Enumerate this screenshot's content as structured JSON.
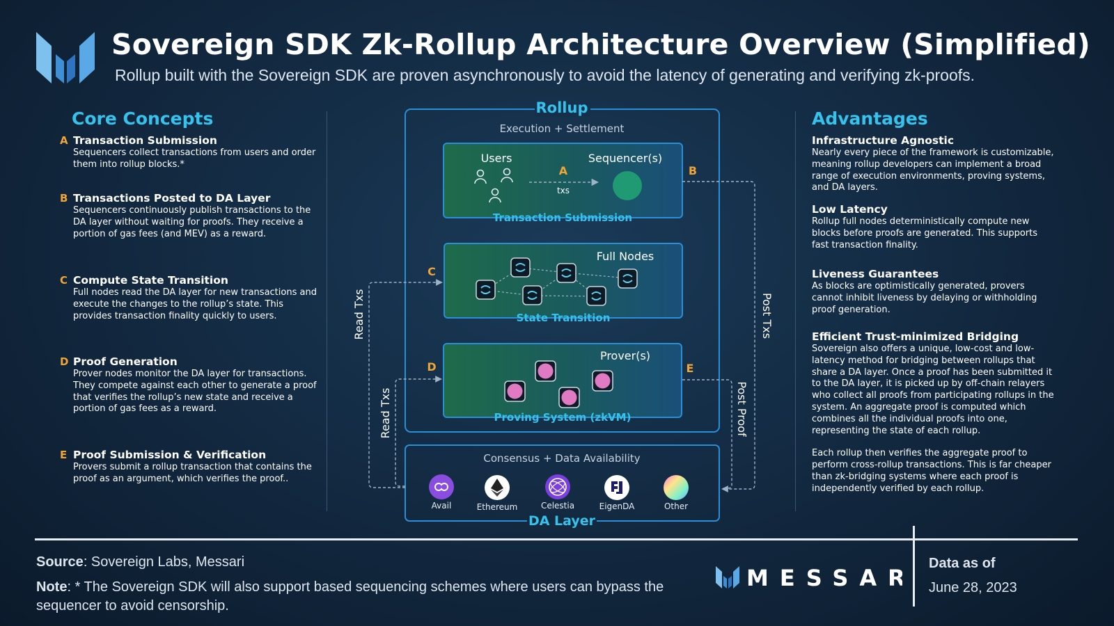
{
  "header": {
    "title": "Sovereign SDK Zk-Rollup Architecture Overview (Simplified)",
    "subtitle": "Rollup built with the Sovereign SDK are proven asynchronously to avoid the latency of generating and verifying zk-proofs."
  },
  "core_concepts": {
    "heading": "Core Concepts",
    "items": [
      {
        "letter": "A",
        "title": "Transaction Submission",
        "text": "Sequencers collect transactions from users and order them into rollup blocks.*"
      },
      {
        "letter": "B",
        "title": "Transactions Posted to DA Layer",
        "text": "Sequencers continuously publish transactions to the DA layer without waiting for proofs. They receive a portion of gas fees (and MEV) as a reward."
      },
      {
        "letter": "C",
        "title": "Compute State Transition",
        "text": "Full nodes read the DA layer for new transactions and execute the changes to the rollup’s state. This provides transaction finality quickly to users."
      },
      {
        "letter": "D",
        "title": "Proof Generation",
        "text": "Prover nodes monitor the DA layer for transactions. They compete against each other to generate a proof that verifies the rollup’s new state and receive a portion of gas fees as a reward."
      },
      {
        "letter": "E",
        "title": "Proof Submission & Verification",
        "text": "Provers submit a rollup transaction that contains the proof as an argument, which verifies the proof.."
      }
    ]
  },
  "diagram": {
    "rollup_label": "Rollup",
    "exec_label": "Execution + Settlement",
    "users_label": "Users",
    "sequencer_label": "Sequencer(s)",
    "txs_label": "txs",
    "tx_submission_label": "Transaction Submission",
    "full_nodes_label": "Full Nodes",
    "state_transition_label": "State Transition",
    "provers_label": "Prover(s)",
    "proving_system_label": "Proving System (zkVM)",
    "consensus_label": "Consensus + Data Availability",
    "da_layer_label": "DA Layer",
    "read_txs_label": "Read Txs",
    "post_txs_label": "Post Txs",
    "post_proof_label": "Post Proof",
    "letters": {
      "a": "A",
      "b": "B",
      "c": "C",
      "d": "D",
      "e": "E"
    },
    "da_options": [
      {
        "name": "Avail",
        "icon": "avail-icon"
      },
      {
        "name": "Ethereum",
        "icon": "ethereum-icon"
      },
      {
        "name": "Celestia",
        "icon": "celestia-icon"
      },
      {
        "name": "EigenDA",
        "icon": "eigenda-icon"
      },
      {
        "name": "Other",
        "icon": "rainbow-circle-icon"
      }
    ]
  },
  "advantages": {
    "heading": "Advantages",
    "items": [
      {
        "title": "Infrastructure Agnostic",
        "text": "Nearly every piece of the framework is customizable, meaning rollup developers can implement a broad range of execution environments, proving systems, and DA layers."
      },
      {
        "title": "Low Latency",
        "text": "Rollup full nodes deterministically compute new blocks before proofs are generated. This supports fast transaction finality."
      },
      {
        "title": "Liveness Guarantees",
        "text": "As blocks are optimistically generated, provers cannot inhibit liveness by delaying or withholding proof generation."
      },
      {
        "title": "Efficient Trust-minimized Bridging",
        "text": "Sovereign also offers a unique, low-cost and low-latency method for bridging between rollups that share a DA layer. Once a proof has been submitted it to the DA layer, it is picked up by off-chain relayers who collect all proofs from participating rollups in the system. An aggregate proof is computed which combines all the individual proofs into one, representing the state of each rollup.",
        "text2": "Each rollup then verifies the aggregate proof to perform cross-rollup transactions. This is far cheaper than zk-bridging systems where each proof is independently verified by each rollup."
      }
    ]
  },
  "footer": {
    "source_label": "Source",
    "source_text": ": Sovereign Labs, Messari",
    "note_label": "Note",
    "note_text": ": * The Sovereign SDK will also support based sequencing schemes where users can bypass the sequencer to avoid censorship.",
    "brand": "MESSARI",
    "data_as_of_label": "Data as of",
    "date": "June 28, 2023"
  },
  "colors": {
    "accent_cyan": "#35c3ee",
    "letter_orange": "#f0a534",
    "box_border": "#2a8fd6",
    "sequencer_green": "#1f9a72",
    "proof_pink": "#e07ac3"
  }
}
